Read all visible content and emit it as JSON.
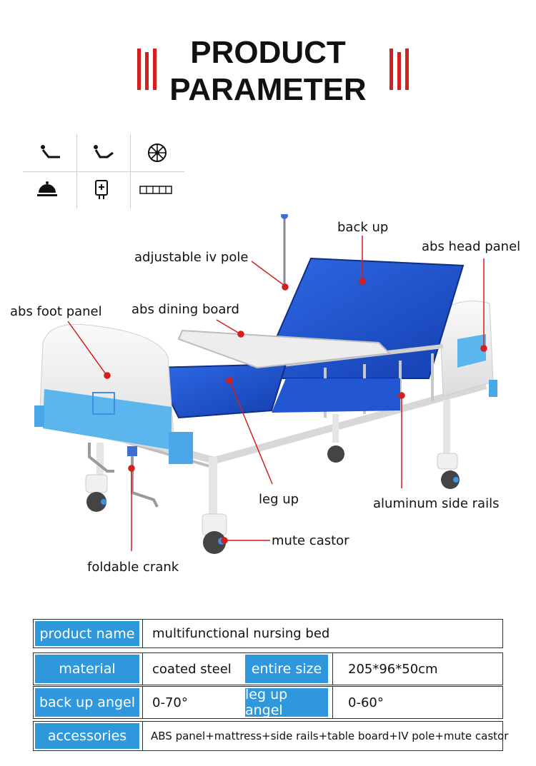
{
  "header": {
    "title_line1": "PRODUCT",
    "title_line2": "PARAMETER"
  },
  "colors": {
    "accent_red": "#d21f1f",
    "label_blue": "#2f98dd",
    "mattress_blue": "#1f4fc4"
  },
  "feature_icons": [
    "back-up-icon",
    "leg-up-icon",
    "castor-wheel-icon",
    "dining-board-icon",
    "iv-pole-icon",
    "side-rail-icon"
  ],
  "callouts": {
    "back_up": "back up",
    "abs_head_panel": "abs head panel",
    "adjustable_iv_pole": "adjustable iv pole",
    "abs_foot_panel": "abs foot panel",
    "abs_dining_board": "abs dining board",
    "leg_up": "leg up",
    "aluminum_side_rails": "aluminum side rails",
    "mute_castor": "mute castor",
    "foldable_crank": "foldable crank"
  },
  "specs": {
    "product_name_label": "product name",
    "product_name_value": "multifunctional nursing bed",
    "material_label": "material",
    "material_value": "coated steel",
    "entire_size_label": "entire size",
    "entire_size_value": "205*96*50cm",
    "back_up_angel_label": "back up angel",
    "back_up_angel_value": "0-70°",
    "leg_up_angel_label": "leg up angel",
    "leg_up_angel_value": "0-60°",
    "accessories_label": "accessories",
    "accessories_value": "ABS panel+mattress+side rails+table board+IV pole+mute castor"
  }
}
